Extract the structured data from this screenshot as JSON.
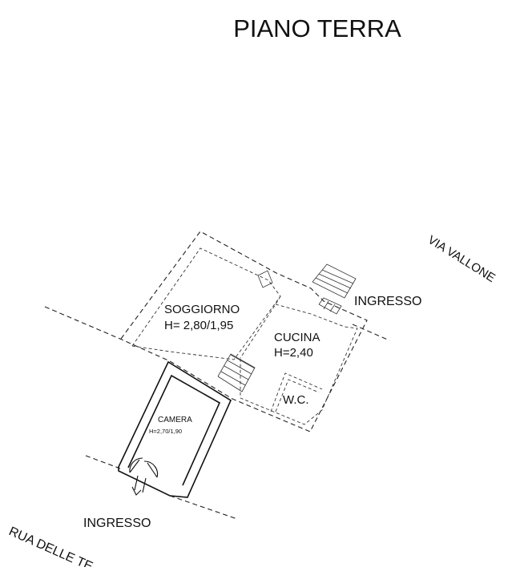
{
  "title": "PIANO TERRA",
  "streets": {
    "via_vallone": "VIA VALLONE",
    "rua": "RUA DELLE TE"
  },
  "rooms": {
    "soggiorno": {
      "name": "SOGGIORNO",
      "height": "H= 2,80/1,95"
    },
    "cucina": {
      "name": "CUCINA",
      "height": "H=2,40"
    },
    "wc": {
      "name": "W.C."
    },
    "camera": {
      "name": "CAMERA",
      "height": "H=2,70/1,90"
    }
  },
  "entrances": {
    "top": "INGRESSO",
    "bottom": "INGRESSO"
  }
}
